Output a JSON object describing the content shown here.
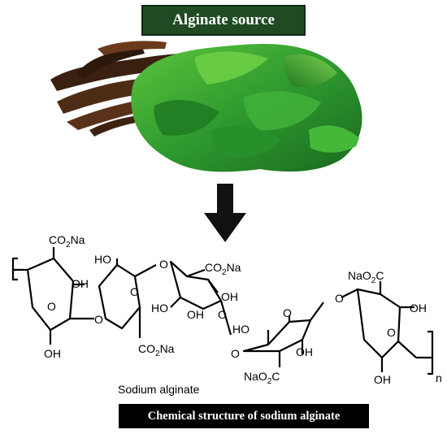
{
  "header": {
    "title": "Alginate source"
  },
  "footer": {
    "caption": "Chemical structure of sodium alginate"
  },
  "structure": {
    "name_label": "Sodium alginate",
    "repeat_subscript": "n",
    "groups": {
      "co2na": "CO",
      "co2na_sub": "2",
      "co2na_tail": "Na",
      "naO2c_head": "NaO",
      "naO2c_sub": "2",
      "naO2c_tail": "C",
      "oh": "OH",
      "ho": "HO",
      "o": "O"
    }
  },
  "colors": {
    "title_bg": "#1f4a22",
    "caption_bg": "#000000",
    "seaweed_green": "#2f9a2f",
    "seaweed_brown": "#4a2a1a",
    "arrow": "#111111"
  }
}
